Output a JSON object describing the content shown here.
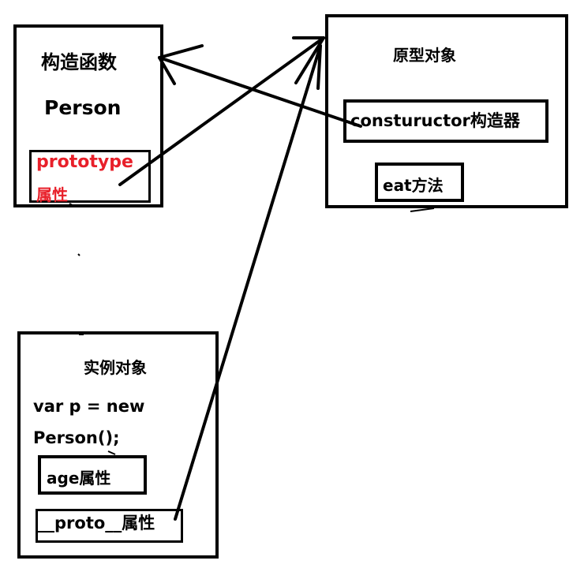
{
  "constructor_box": {
    "title": "构造函数",
    "name": "Person",
    "prototype_line1": "prototype",
    "prototype_line2": "属性"
  },
  "prototype_box": {
    "title": "原型对象",
    "constructor_label": "constuructor构造器",
    "method_label": "eat方法"
  },
  "instance_box": {
    "title": "实例对象",
    "code_line1": "var p = new",
    "code_line2": "Person();",
    "age_label": "age属性",
    "proto_label": "__proto__属性"
  },
  "colors": {
    "stroke": "#000000",
    "highlight_text": "#e8202a",
    "background": "#ffffff"
  }
}
